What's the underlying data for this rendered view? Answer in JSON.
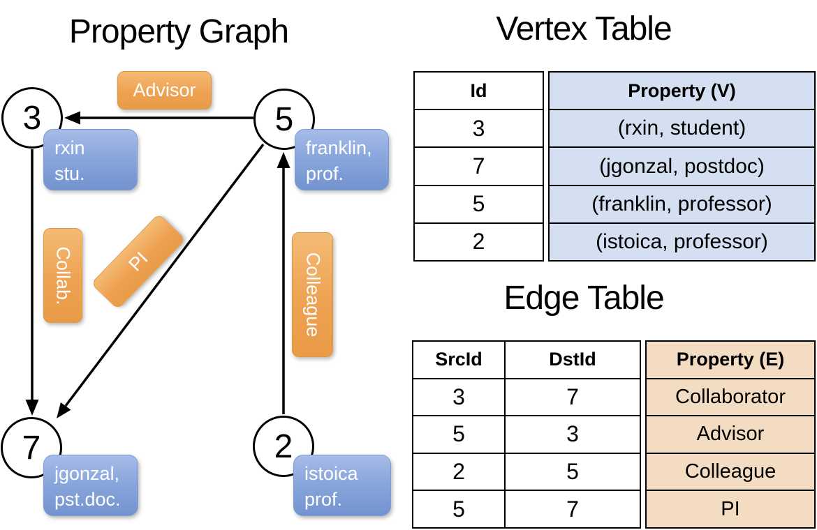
{
  "graph": {
    "title": "Property Graph",
    "nodes": [
      {
        "id": "3",
        "label_line1": "rxin",
        "label_line2": "stu."
      },
      {
        "id": "5",
        "label_line1": "franklin,",
        "label_line2": "prof."
      },
      {
        "id": "7",
        "label_line1": "jgonzal,",
        "label_line2": "pst.doc."
      },
      {
        "id": "2",
        "label_line1": "istoica",
        "label_line2": "prof."
      }
    ],
    "edge_labels": {
      "advisor": "Advisor",
      "collab": "Collab.",
      "pi": "PI",
      "colleague": "Colleague"
    }
  },
  "vertex_table": {
    "title": "Vertex Table",
    "columns": {
      "id": "Id",
      "property": "Property (V)"
    },
    "rows": [
      {
        "id": "3",
        "property": "(rxin, student)"
      },
      {
        "id": "7",
        "property": "(jgonzal, postdoc)"
      },
      {
        "id": "5",
        "property": "(franklin, professor)"
      },
      {
        "id": "2",
        "property": "(istoica, professor)"
      }
    ]
  },
  "edge_table": {
    "title": "Edge Table",
    "columns": {
      "src": "SrcId",
      "dst": "DstId",
      "property": "Property (E)"
    },
    "rows": [
      {
        "src": "3",
        "dst": "7",
        "property": "Collaborator"
      },
      {
        "src": "5",
        "dst": "3",
        "property": "Advisor"
      },
      {
        "src": "2",
        "dst": "5",
        "property": "Colleague"
      },
      {
        "src": "5",
        "dst": "7",
        "property": "PI"
      }
    ]
  },
  "colors": {
    "vertex_fill_light": "#d4dff1",
    "edge_fill_light": "#f3dcc1",
    "vertex_label_blue": "#7f9ed8",
    "edge_label_orange": "#eda452",
    "line_black": "#000000"
  }
}
